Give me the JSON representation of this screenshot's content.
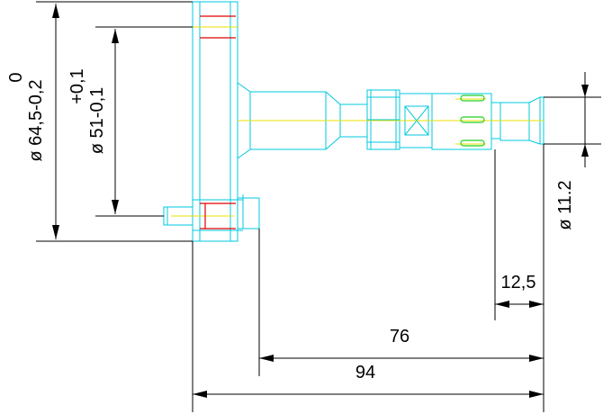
{
  "dimensions": {
    "flange_outer_diameter": {
      "prefix": "ø",
      "value": "64,5",
      "tol_upper": "0",
      "tol_lower": "-0,2"
    },
    "bolt_circle_diameter": {
      "prefix": "ø",
      "value": "51",
      "tol_upper": "+0,1",
      "tol_lower": "-0,1"
    },
    "tip_diameter": "ø 11.2",
    "tip_length": "12,5",
    "length_76": "76",
    "length_94": "94"
  },
  "colors": {
    "outline": "#00c8e0",
    "dimension": "#000000",
    "centerline": "#e8e000",
    "thread": "#e00000",
    "slot": "#20d020"
  }
}
